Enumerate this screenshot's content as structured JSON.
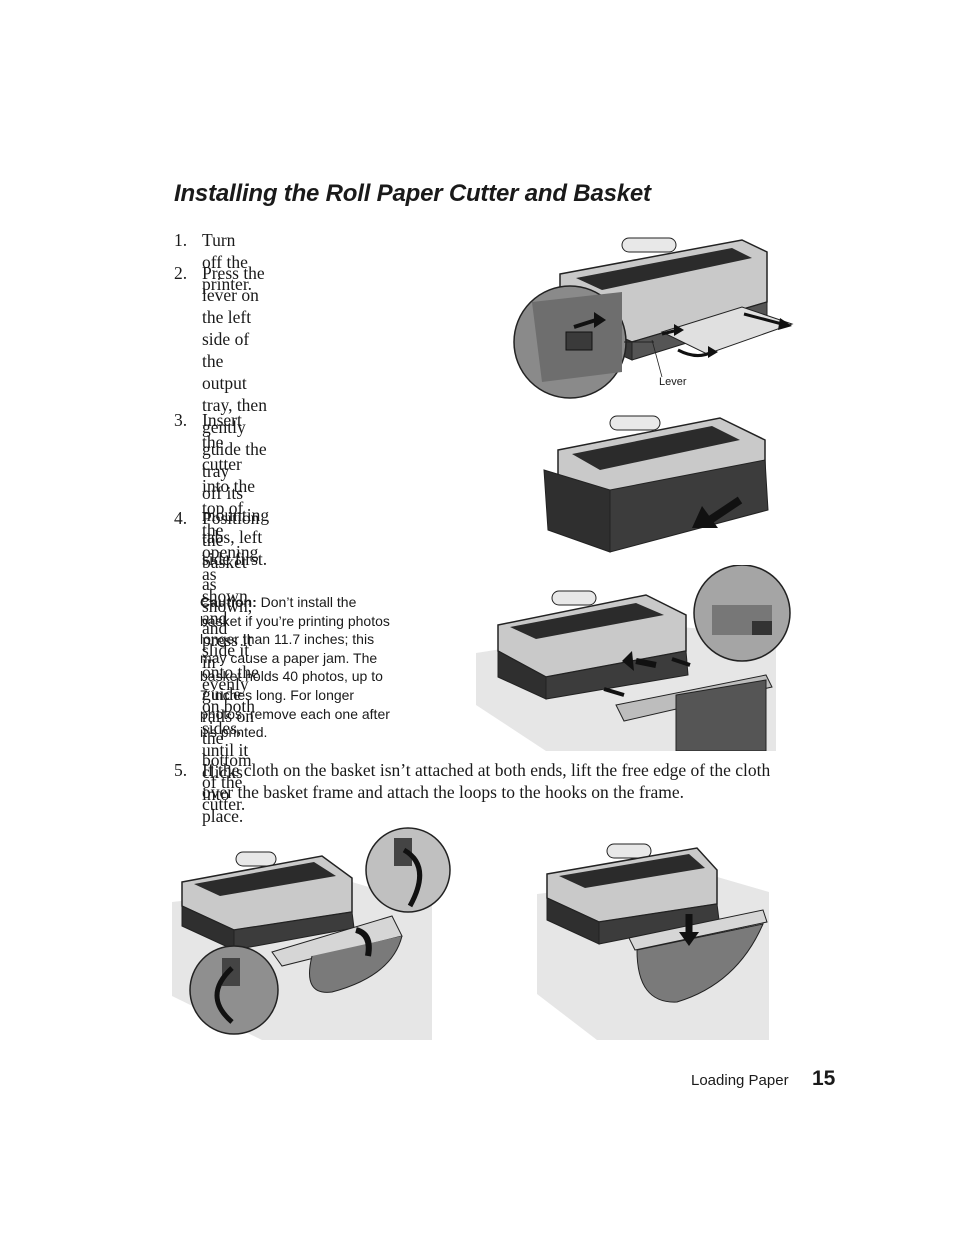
{
  "page": {
    "title": "Installing the Roll Paper Cutter and Basket",
    "footer_label": "Loading Paper",
    "page_number": "15"
  },
  "steps": [
    {
      "num": "1.",
      "lines": [
        "Turn off the printer."
      ]
    },
    {
      "num": "2.",
      "lines": [
        "Press the lever on the left side of the",
        "output tray, then gently guide the tray",
        "off its mounting tabs, left side first."
      ]
    },
    {
      "num": "3.",
      "lines": [
        "Insert the cutter into the top of the",
        "opening as shown, and press it in",
        "evenly on both sides, until it clicks",
        "into place."
      ]
    },
    {
      "num": "4.",
      "lines": [
        "Position the basket as shown, and",
        "slide it onto the guide rails on the",
        "bottom of the cutter."
      ]
    },
    {
      "num": "5.",
      "lines": [
        "If the cloth on the basket isn’t attached at both ends, lift the free edge of the cloth",
        "over the basket frame and attach the loops to the hooks on the frame."
      ]
    }
  ],
  "caution": {
    "label": "Caution:",
    "lines": [
      " Don’t install the",
      "basket if you’re printing photos",
      "longer than 11.7 inches; this",
      "may cause a paper jam. The",
      "basket holds 40 photos, up to",
      "7 inches long. For longer",
      "photos, remove each one after",
      "it’s printed."
    ]
  },
  "figures": {
    "lever_label": "Lever"
  },
  "colors": {
    "text": "#1a1a1a",
    "printer_dark": "#2b2b2b",
    "printer_silver": "#c9c9c9",
    "shade": "#9a9a9a"
  }
}
